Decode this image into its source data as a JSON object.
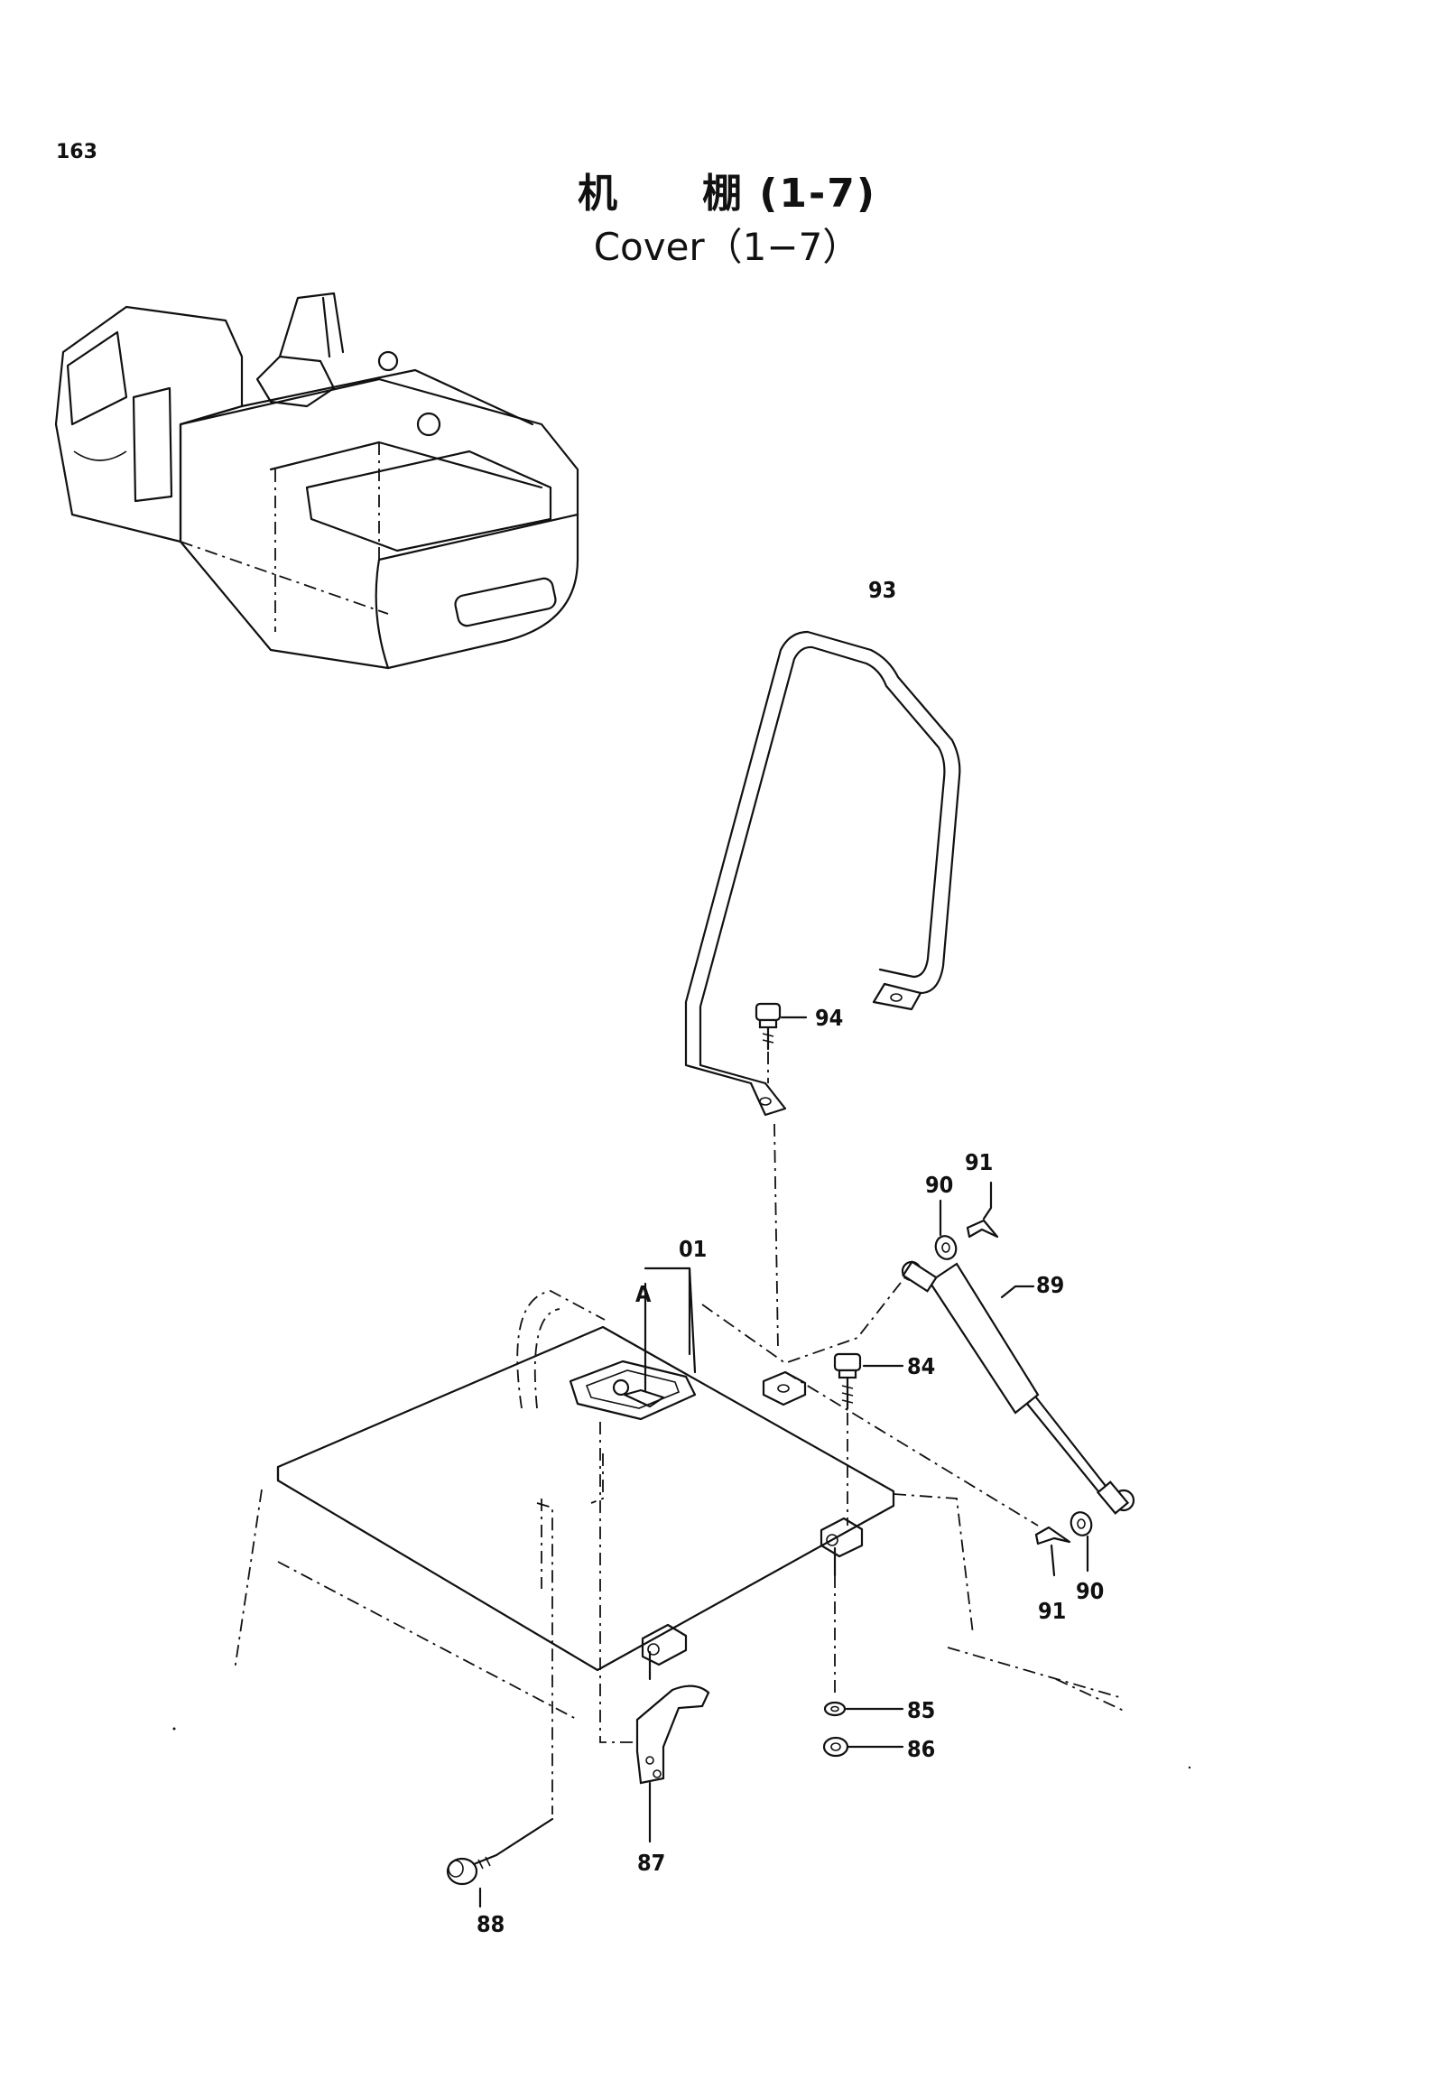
{
  "page_number": "163",
  "title_zh": "机　　棚 (1-7)",
  "title_en": "Cover（1−7）",
  "callouts": [
    {
      "id": "93",
      "label": "93"
    },
    {
      "id": "94",
      "label": "94"
    },
    {
      "id": "91a",
      "label": "91"
    },
    {
      "id": "90a",
      "label": "90"
    },
    {
      "id": "01",
      "label": "01"
    },
    {
      "id": "A",
      "label": "A"
    },
    {
      "id": "89",
      "label": "89"
    },
    {
      "id": "84",
      "label": "84"
    },
    {
      "id": "90b",
      "label": "90"
    },
    {
      "id": "91b",
      "label": "91"
    },
    {
      "id": "85",
      "label": "85"
    },
    {
      "id": "86",
      "label": "86"
    },
    {
      "id": "87",
      "label": "87"
    },
    {
      "id": "88",
      "label": "88"
    }
  ]
}
